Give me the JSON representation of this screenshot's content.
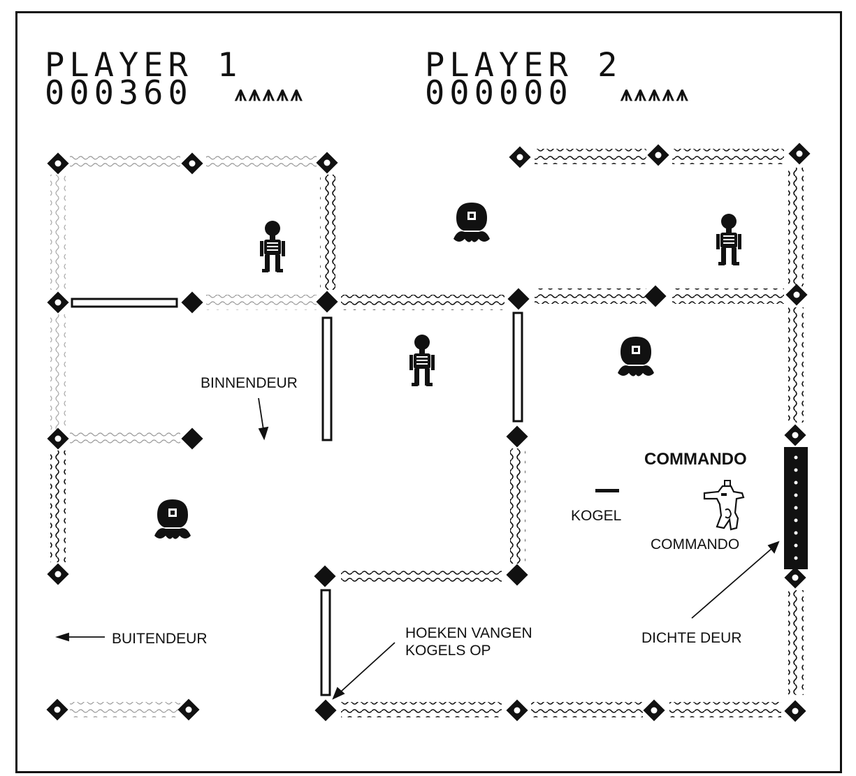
{
  "hud": {
    "player1": {
      "label": "PLAYER 1",
      "score": "000360",
      "lives": 5,
      "life_glyph": "⩚"
    },
    "player2": {
      "label": "PLAYER 2",
      "score": "000000",
      "lives": 5,
      "life_glyph": "⩚"
    }
  },
  "labels": {
    "binnendeur": "BINNENDEUR",
    "buitendeur": "BUITENDEUR",
    "hoeken_line1": "HOEKEN VANGEN",
    "hoeken_line2": "KOGELS OP",
    "kogel": "KOGEL",
    "commando_title": "COMMANDO",
    "commando_sub": "COMMANDO",
    "dichte_deur": "DICHTE DEUR"
  },
  "colors": {
    "ink": "#111111",
    "paper": "#ffffff"
  },
  "sprites": [
    "skeleton-enemy",
    "skeleton-enemy",
    "skeleton-enemy",
    "octopus-enemy",
    "octopus-enemy",
    "octopus-enemy",
    "commando-player",
    "bullet"
  ]
}
